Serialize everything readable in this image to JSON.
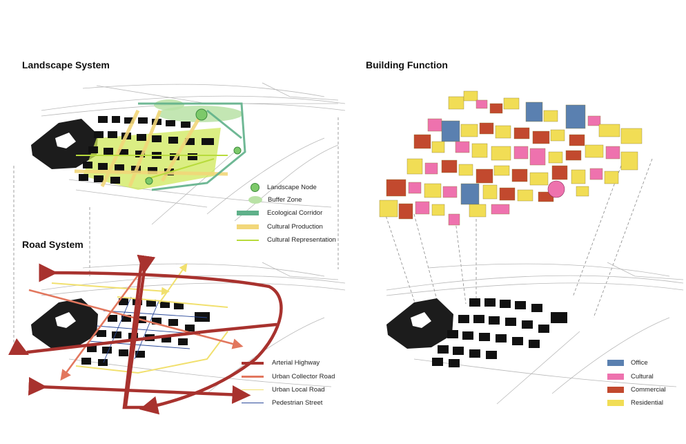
{
  "panels": {
    "landscape": {
      "title": "Landscape System",
      "legend": [
        {
          "label": "Landscape Node",
          "color": "#7dc96a",
          "kind": "node"
        },
        {
          "label": "Buffer Zone",
          "color": "#b9e2a6",
          "kind": "zone"
        },
        {
          "label": "Ecological Corridor",
          "color": "#5fb08a",
          "kind": "band"
        },
        {
          "label": "Cultural Production",
          "color": "#f2d77a",
          "kind": "band"
        },
        {
          "label": "Cultural Representation",
          "color": "#b8db3c",
          "kind": "line"
        }
      ]
    },
    "road": {
      "title": "Road System",
      "legend": [
        {
          "label": "Arterial Highway",
          "color": "#a8322e",
          "kind": "thick"
        },
        {
          "label": "Urban Collector Road",
          "color": "#e2775e",
          "kind": "medium"
        },
        {
          "label": "Urban Local Road",
          "color": "#f1e06e",
          "kind": "thin"
        },
        {
          "label": "Pedestrian Street",
          "color": "#2b4a9a",
          "kind": "thin"
        }
      ]
    },
    "building": {
      "title": "Building Function",
      "legend": [
        {
          "label": "Office",
          "color": "#5a80b0"
        },
        {
          "label": "Cultural",
          "color": "#ee72ae"
        },
        {
          "label": "Commercial",
          "color": "#c2492e"
        },
        {
          "label": "Residential",
          "color": "#f1dd55"
        }
      ]
    }
  }
}
